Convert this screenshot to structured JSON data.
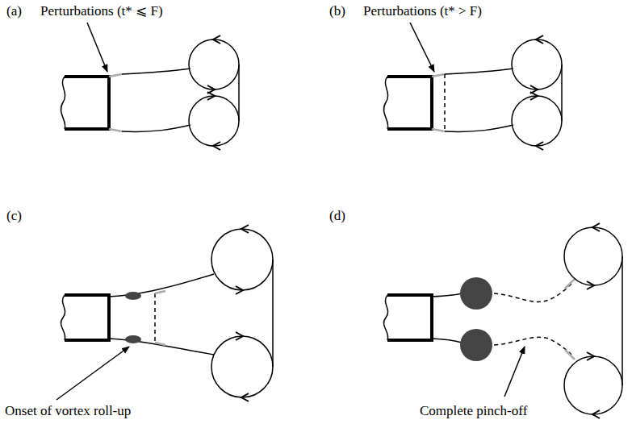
{
  "diagram": {
    "labels": [
      "(a)",
      "Perturbations (t* ⩽ F)",
      "(b)",
      "Perturbations (t* > F)",
      "(c)",
      "(d)",
      "Onset of vortex roll-up",
      "Complete pinch-off"
    ]
  }
}
